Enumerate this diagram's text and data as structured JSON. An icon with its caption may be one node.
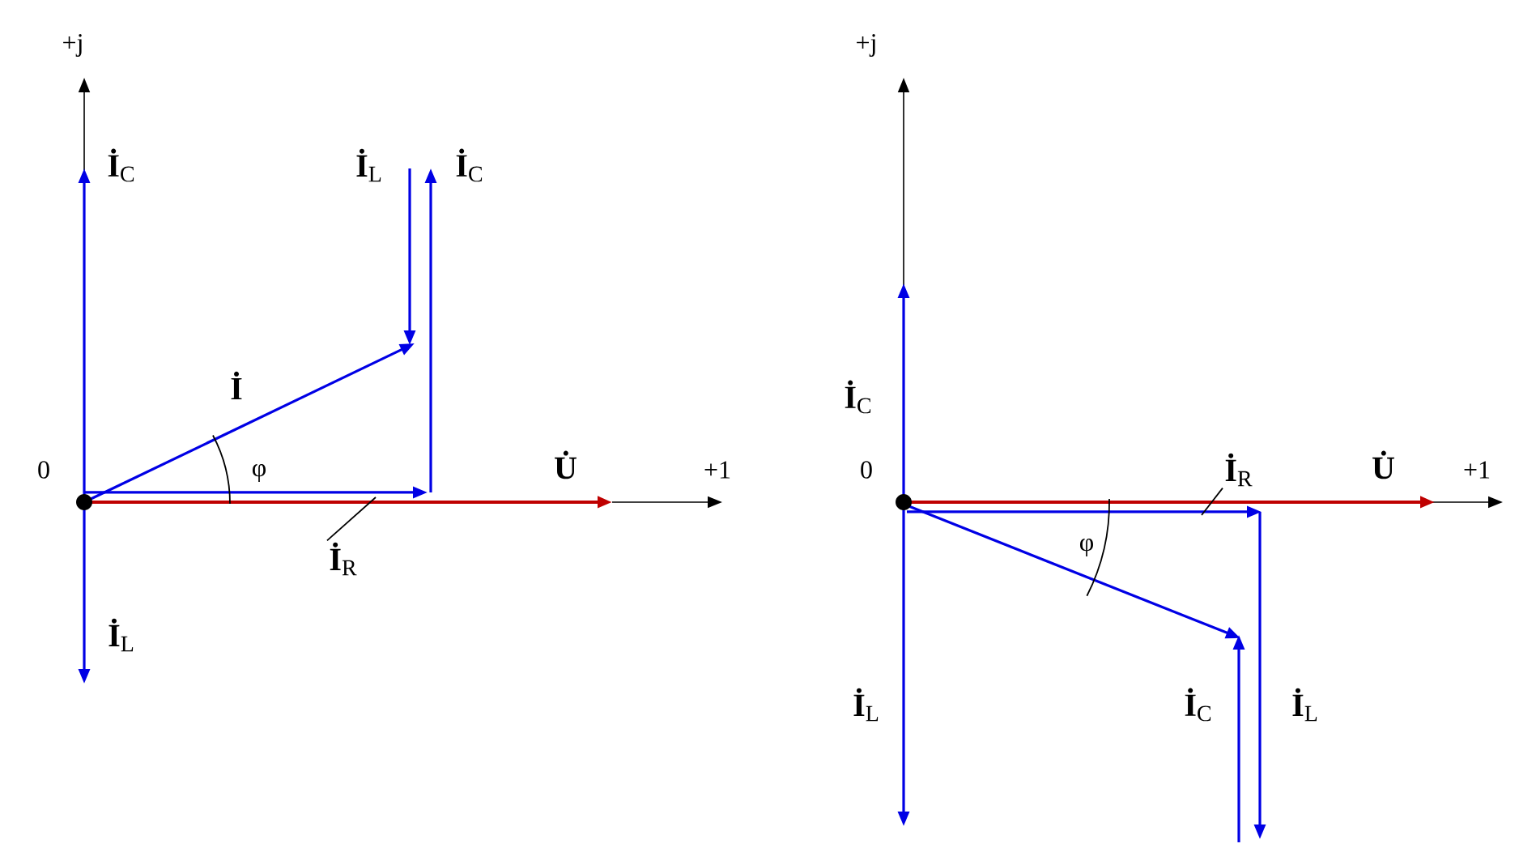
{
  "diagram": {
    "nodes": [
      {
        "text": [
          "**İ**$_{R}$"
        ]
      },
      {
        "text": [
          "**İ**$_{R}$"
        ]
      }
    ],
    "edges": [
      {
        "from": 0,
        "to": null,
        "arrow": "none"
      },
      {
        "from": 1,
        "to": null,
        "arrow": "none"
      }
    ],
    "labels": [
      "+j",
      "**İ**$_{C}$",
      "**İ**$_{L}$",
      "**İ**$_{C}$",
      "**İ**",
      "0",
      "φ",
      "**U̇**",
      "+1",
      "**İ**$_{L}$",
      "+j",
      "**İ**$_{C}$",
      "0",
      "**U̇**",
      "+1",
      "φ",
      "**İ**$_{L}$",
      "**İ**$_{C}$",
      "**İ**$_{L}$"
    ]
  }
}
